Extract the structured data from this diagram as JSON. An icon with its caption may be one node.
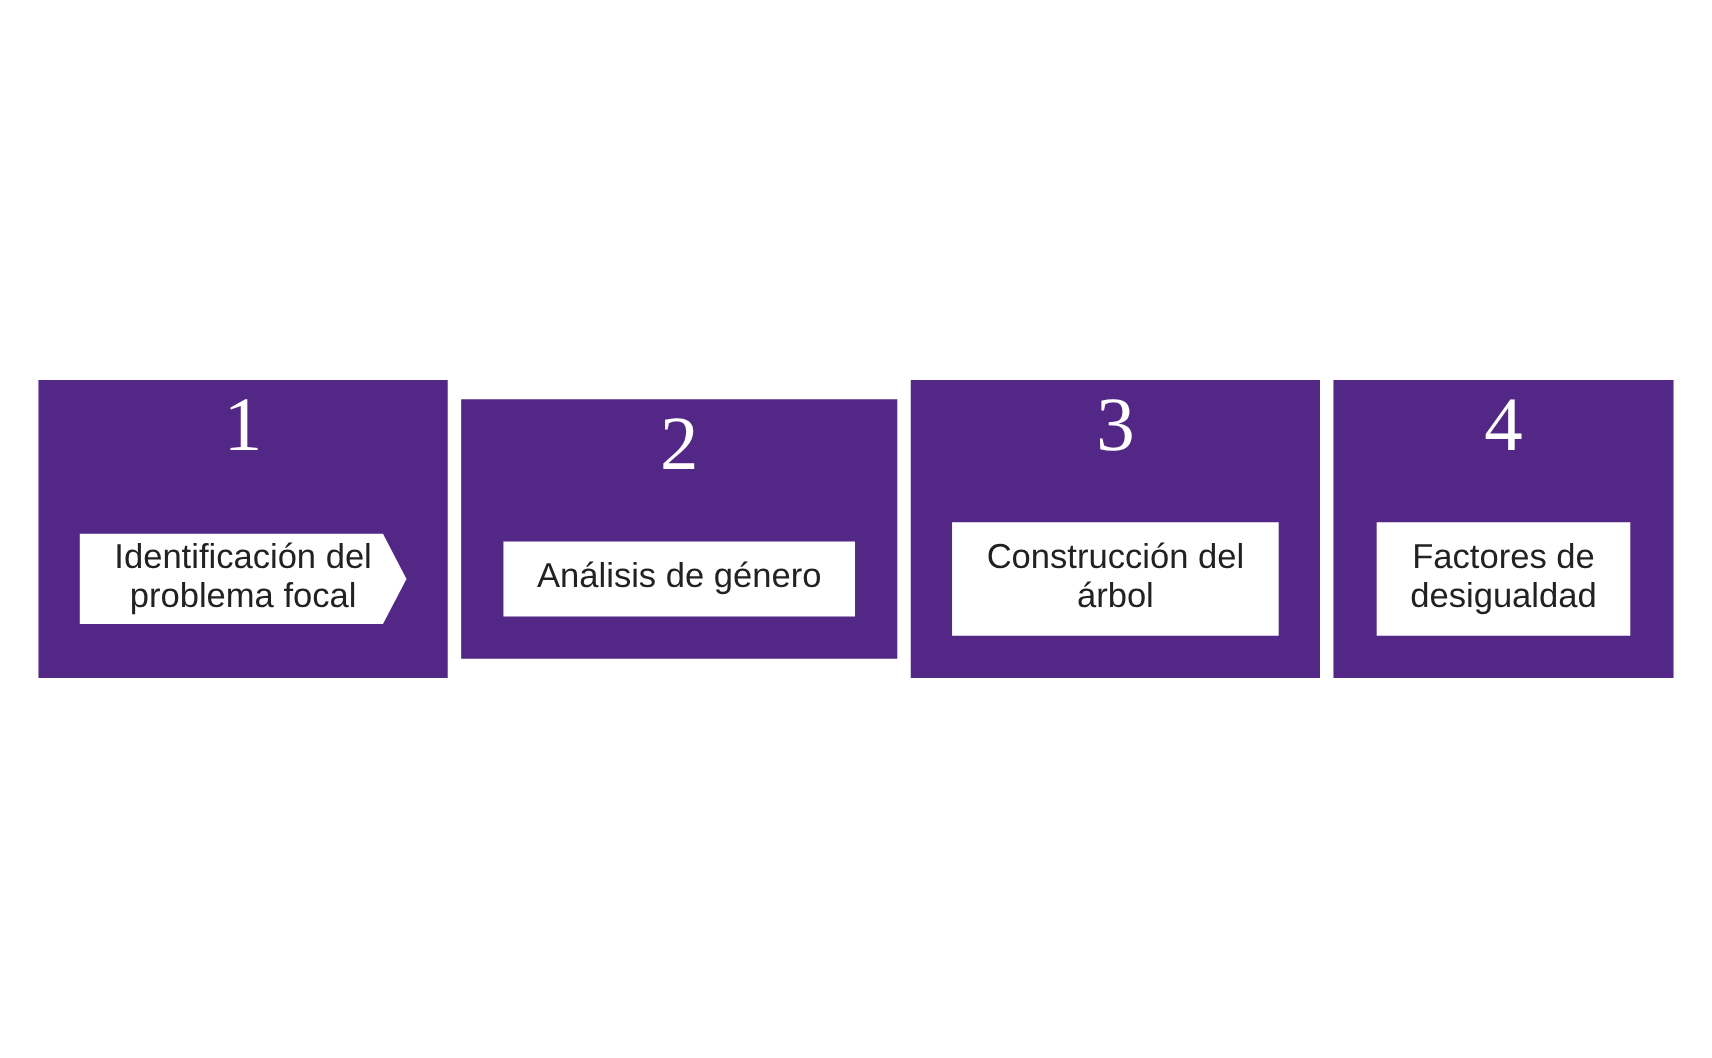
{
  "diagram": {
    "nodes": [
      {
        "text": [
          "1"
        ]
      },
      {
        "text": [
          "Identificación del problema focal"
        ],
        "in": 0
      },
      {
        "text": [
          "2"
        ]
      },
      {
        "text": [
          "Análisis de género"
        ],
        "in": 2
      },
      {
        "text": [
          "3"
        ]
      },
      {
        "text": [
          "Construcción del árbol"
        ],
        "in": 4
      },
      {
        "text": [
          "4"
        ]
      },
      {
        "text": [
          "Factores de desigualdad"
        ],
        "in": 6
      }
    ]
  }
}
